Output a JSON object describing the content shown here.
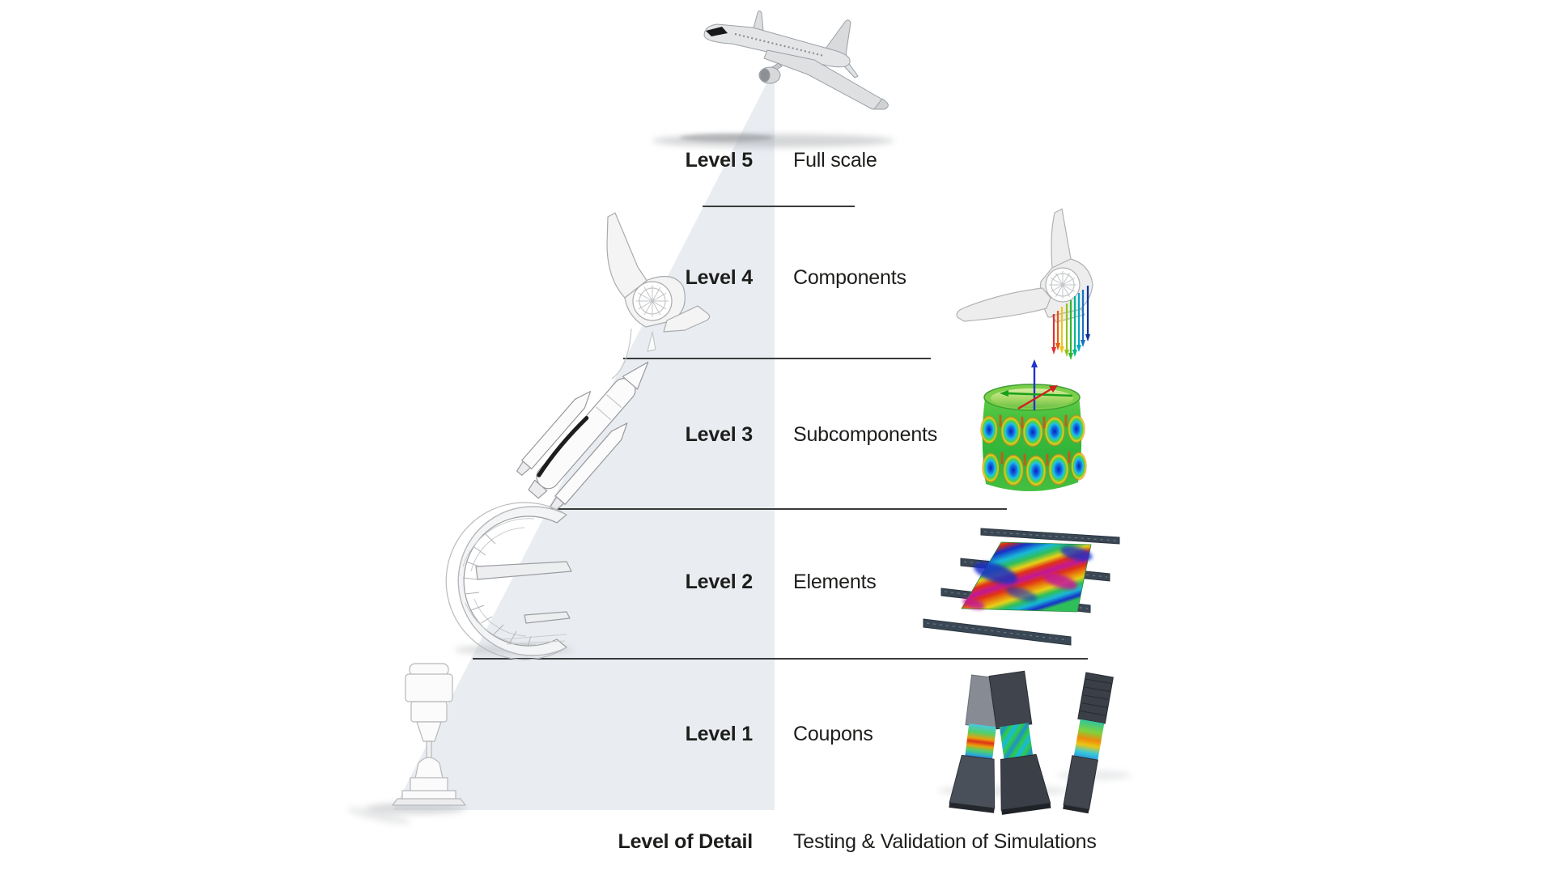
{
  "diagram": {
    "levels": [
      {
        "label": "Level 5",
        "description": "Full scale"
      },
      {
        "label": "Level 4",
        "description": "Components"
      },
      {
        "label": "Level 3",
        "description": "Subcomponents"
      },
      {
        "label": "Level 2",
        "description": "Elements"
      },
      {
        "label": "Level 1",
        "description": "Coupons"
      }
    ],
    "footer": {
      "label": "Level of Detail",
      "description": "Testing & Validation of Simulations"
    }
  },
  "illustrations": {
    "left": [
      "full-scale-aircraft",
      "component-wing-fan-assembly",
      "subcomponent-launcher-structure",
      "element-curved-fuselage-panel",
      "coupon-test-machine"
    ],
    "right": [
      "component-simulation-wing-load-vectors",
      "subcomponent-simulation-buckled-cylinder",
      "element-simulation-shear-panel-with-stringers",
      "coupon-simulation-specimens"
    ]
  },
  "colors": {
    "background": "#ffffff",
    "pyramid_fill": "#e9edf2",
    "divider_line": "#3a3a39",
    "text": "#1d1d1b",
    "stringer_dark": "#3a4754",
    "fem_rainbow": [
      "#1630c8",
      "#19b7e8",
      "#2ecc40",
      "#f2d513",
      "#e8820c",
      "#d62b1b",
      "#c2179b"
    ]
  }
}
